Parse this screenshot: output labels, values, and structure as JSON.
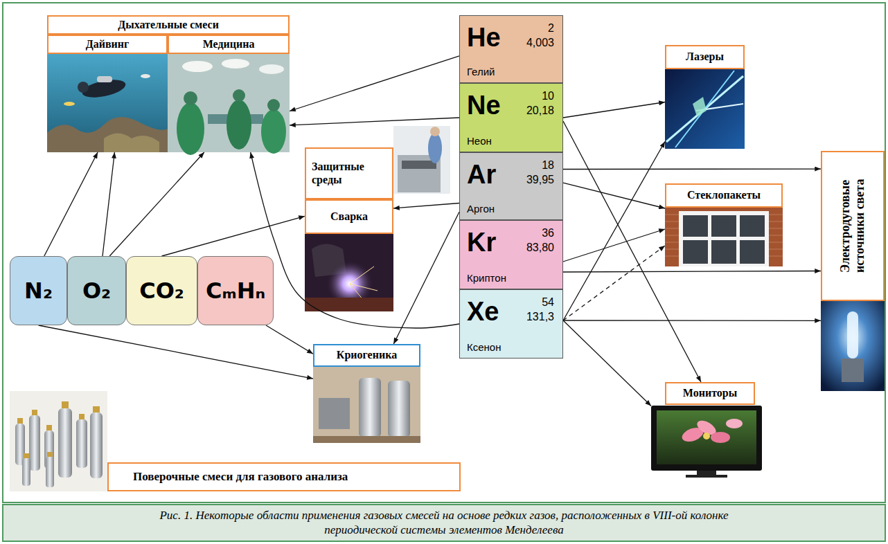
{
  "diagram": {
    "caption": "Рис. 1. Некоторые области применения газовых смесей на основе редких газов, расположенных в VIII-ой колонке периодической системы элементов Менделеева",
    "nodes": [
      {
        "text": [
          "Дыхательные смеси"
        ]
      },
      {
        "text": [
          "Дайвинг"
        ]
      },
      {
        "text": [
          "Медицина"
        ]
      },
      {
        "text": [
          "He",
          "2",
          "4,003",
          "Гелий"
        ]
      },
      {
        "text": [
          "Ne",
          "10",
          "20,18",
          "Неон"
        ]
      },
      {
        "text": [
          "Ar",
          "18",
          "39,95",
          "Аргон"
        ]
      },
      {
        "text": [
          "Kr",
          "36",
          "83,80",
          "Криптон"
        ]
      },
      {
        "text": [
          "Xe",
          "54",
          "131,3",
          "Ксенон"
        ]
      },
      {
        "text": [
          "Лазеры"
        ]
      },
      {
        "text": [
          "Защитные среды"
        ]
      },
      {
        "text": [
          "Сварка"
        ]
      },
      {
        "text": [
          "Стеклопакеты"
        ]
      },
      {
        "text": [
          "Электродуговые источники света"
        ]
      },
      {
        "text": [
          "N₂"
        ]
      },
      {
        "text": [
          "O₂"
        ]
      },
      {
        "text": [
          "CO₂"
        ]
      },
      {
        "text": [
          "CₘHₙ"
        ]
      },
      {
        "text": [
          "Криогеника"
        ]
      },
      {
        "text": [
          "Мониторы"
        ]
      },
      {
        "text": [
          "Поверочные смеси для газового анализа"
        ]
      }
    ],
    "edges": [
      {
        "from": 13,
        "to": 1,
        "arrow": "to"
      },
      {
        "from": 14,
        "to": 1,
        "arrow": "to"
      },
      {
        "from": 14,
        "to": 2,
        "arrow": "to"
      },
      {
        "from": 15,
        "to": 10,
        "arrow": "to"
      },
      {
        "from": 16,
        "to": 17,
        "arrow": "to"
      },
      {
        "from": 13,
        "to": 17,
        "arrow": "to"
      },
      {
        "from": 3,
        "to": 2,
        "arrow": "to"
      },
      {
        "from": 4,
        "to": 2,
        "arrow": "to"
      },
      {
        "from": 4,
        "to": 8,
        "arrow": "to"
      },
      {
        "from": 4,
        "to": 18,
        "arrow": "to"
      },
      {
        "from": 5,
        "to": 12,
        "arrow": "to"
      },
      {
        "from": 5,
        "to": 11,
        "arrow": "to"
      },
      {
        "from": 5,
        "to": 10,
        "arrow": "to"
      },
      {
        "from": 5,
        "to": 17,
        "arrow": "to"
      },
      {
        "from": 6,
        "to": 11,
        "arrow": "to"
      },
      {
        "from": 6,
        "to": 12,
        "arrow": "to"
      },
      {
        "from": 7,
        "to": 8,
        "arrow": "to"
      },
      {
        "from": 7,
        "to": 11,
        "arrow": "to"
      },
      {
        "from": 7,
        "to": 12,
        "arrow": "to"
      },
      {
        "from": 7,
        "to": 18,
        "arrow": "to"
      },
      {
        "from": 7,
        "to": 2,
        "arrow": "to"
      }
    ]
  }
}
